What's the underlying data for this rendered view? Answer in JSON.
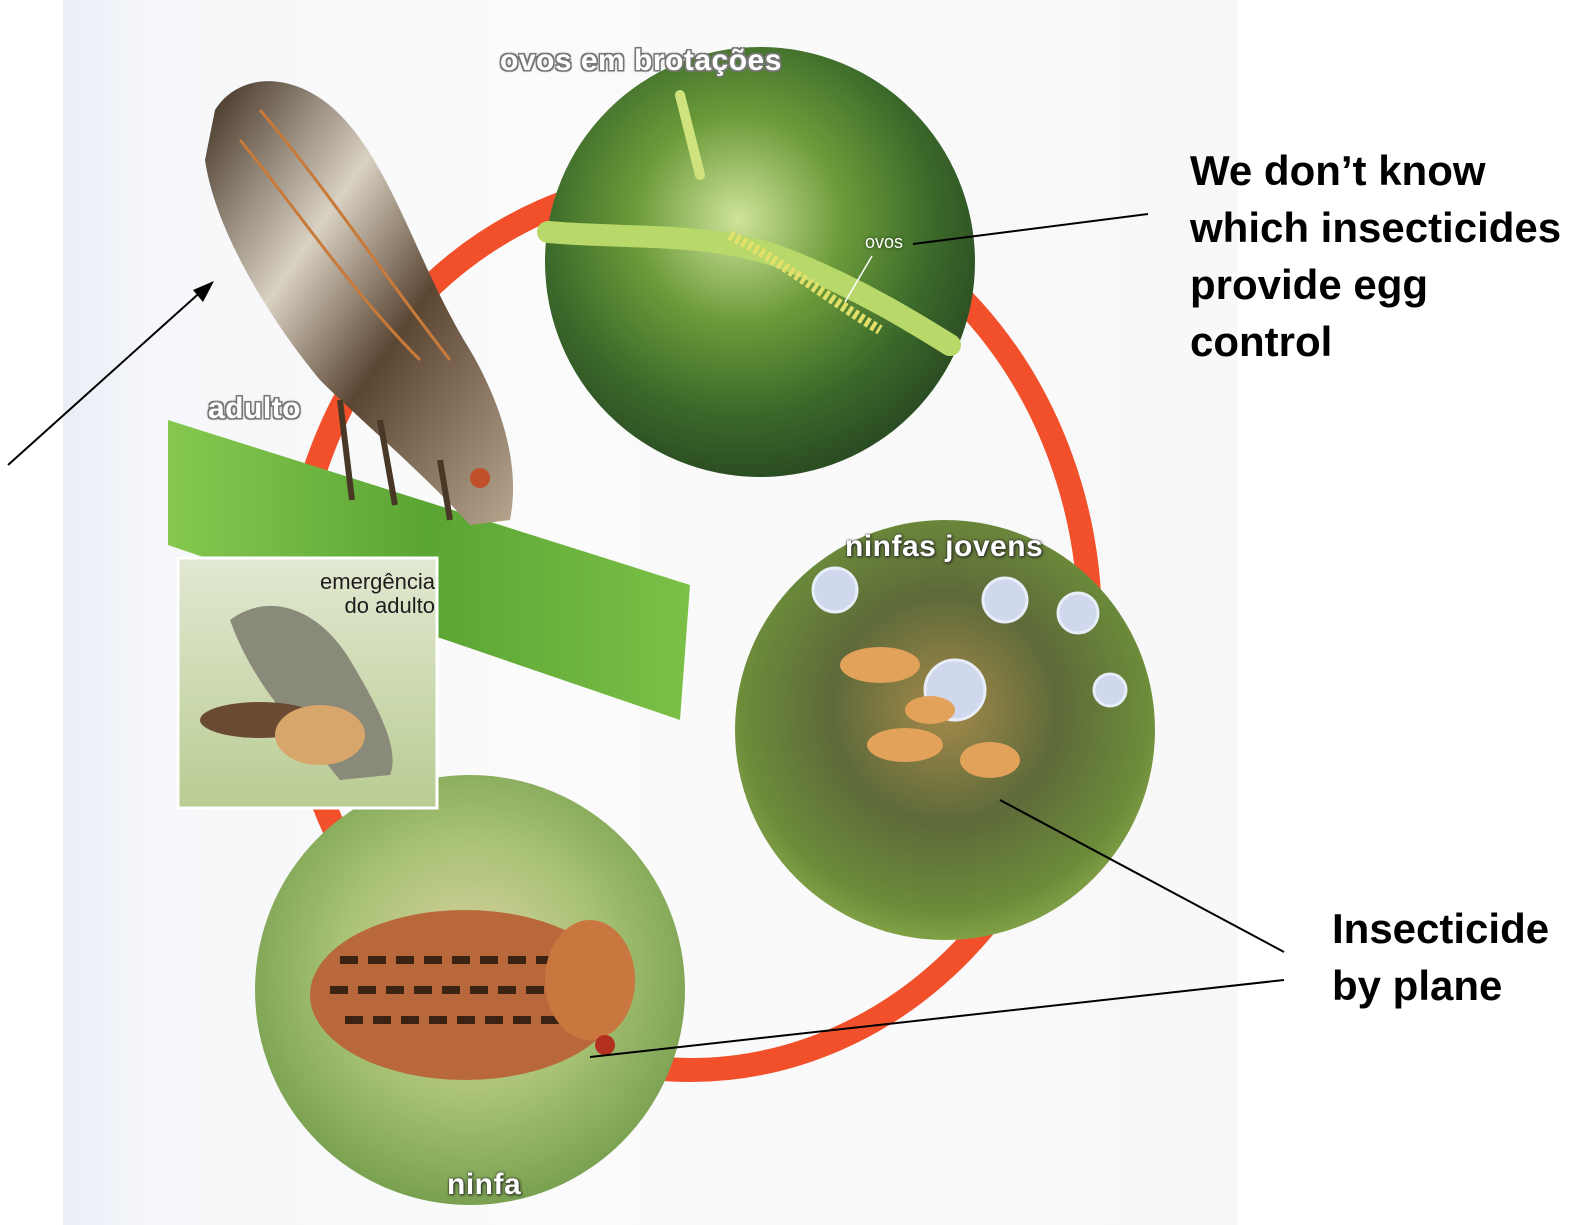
{
  "annotations": {
    "eggs_note": "We don’t know which insecticides provide egg control",
    "plane_note": "Insecticide by plane"
  },
  "photo_labels": {
    "eggs_on_shoots": "ovos em brotações",
    "eggs": "ovos",
    "adult": "adulto",
    "adult_emergence": "emergência do adulto",
    "young_nymphs": "ninfas jovens",
    "nymph": "ninfa"
  },
  "colors": {
    "cycle_ring": "#f1502b",
    "annotation_text": "#000000",
    "leaf_green": "#6bbf3e"
  }
}
